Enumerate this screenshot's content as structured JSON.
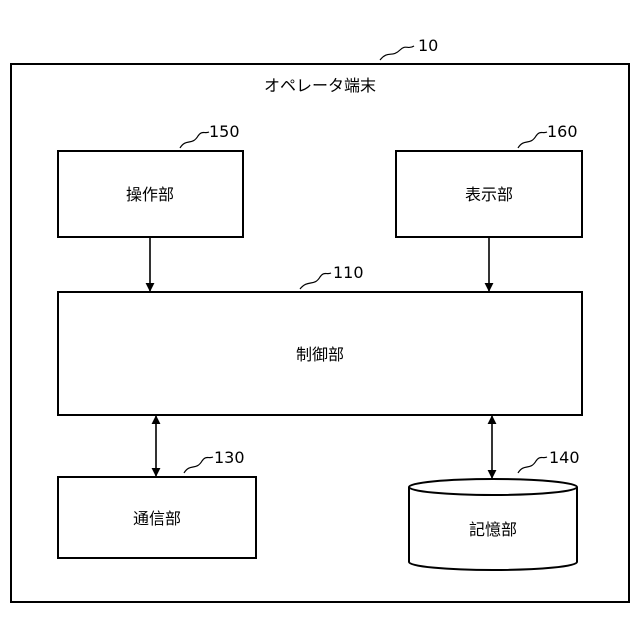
{
  "terminal": {
    "ref": "10",
    "title": "オペレータ端末"
  },
  "operation_unit": {
    "ref": "150",
    "label": "操作部"
  },
  "display_unit": {
    "ref": "160",
    "label": "表示部"
  },
  "control_unit": {
    "ref": "110",
    "label": "制御部"
  },
  "communication_unit": {
    "ref": "130",
    "label": "通信部"
  },
  "storage_unit": {
    "ref": "140",
    "label": "記憶部"
  }
}
